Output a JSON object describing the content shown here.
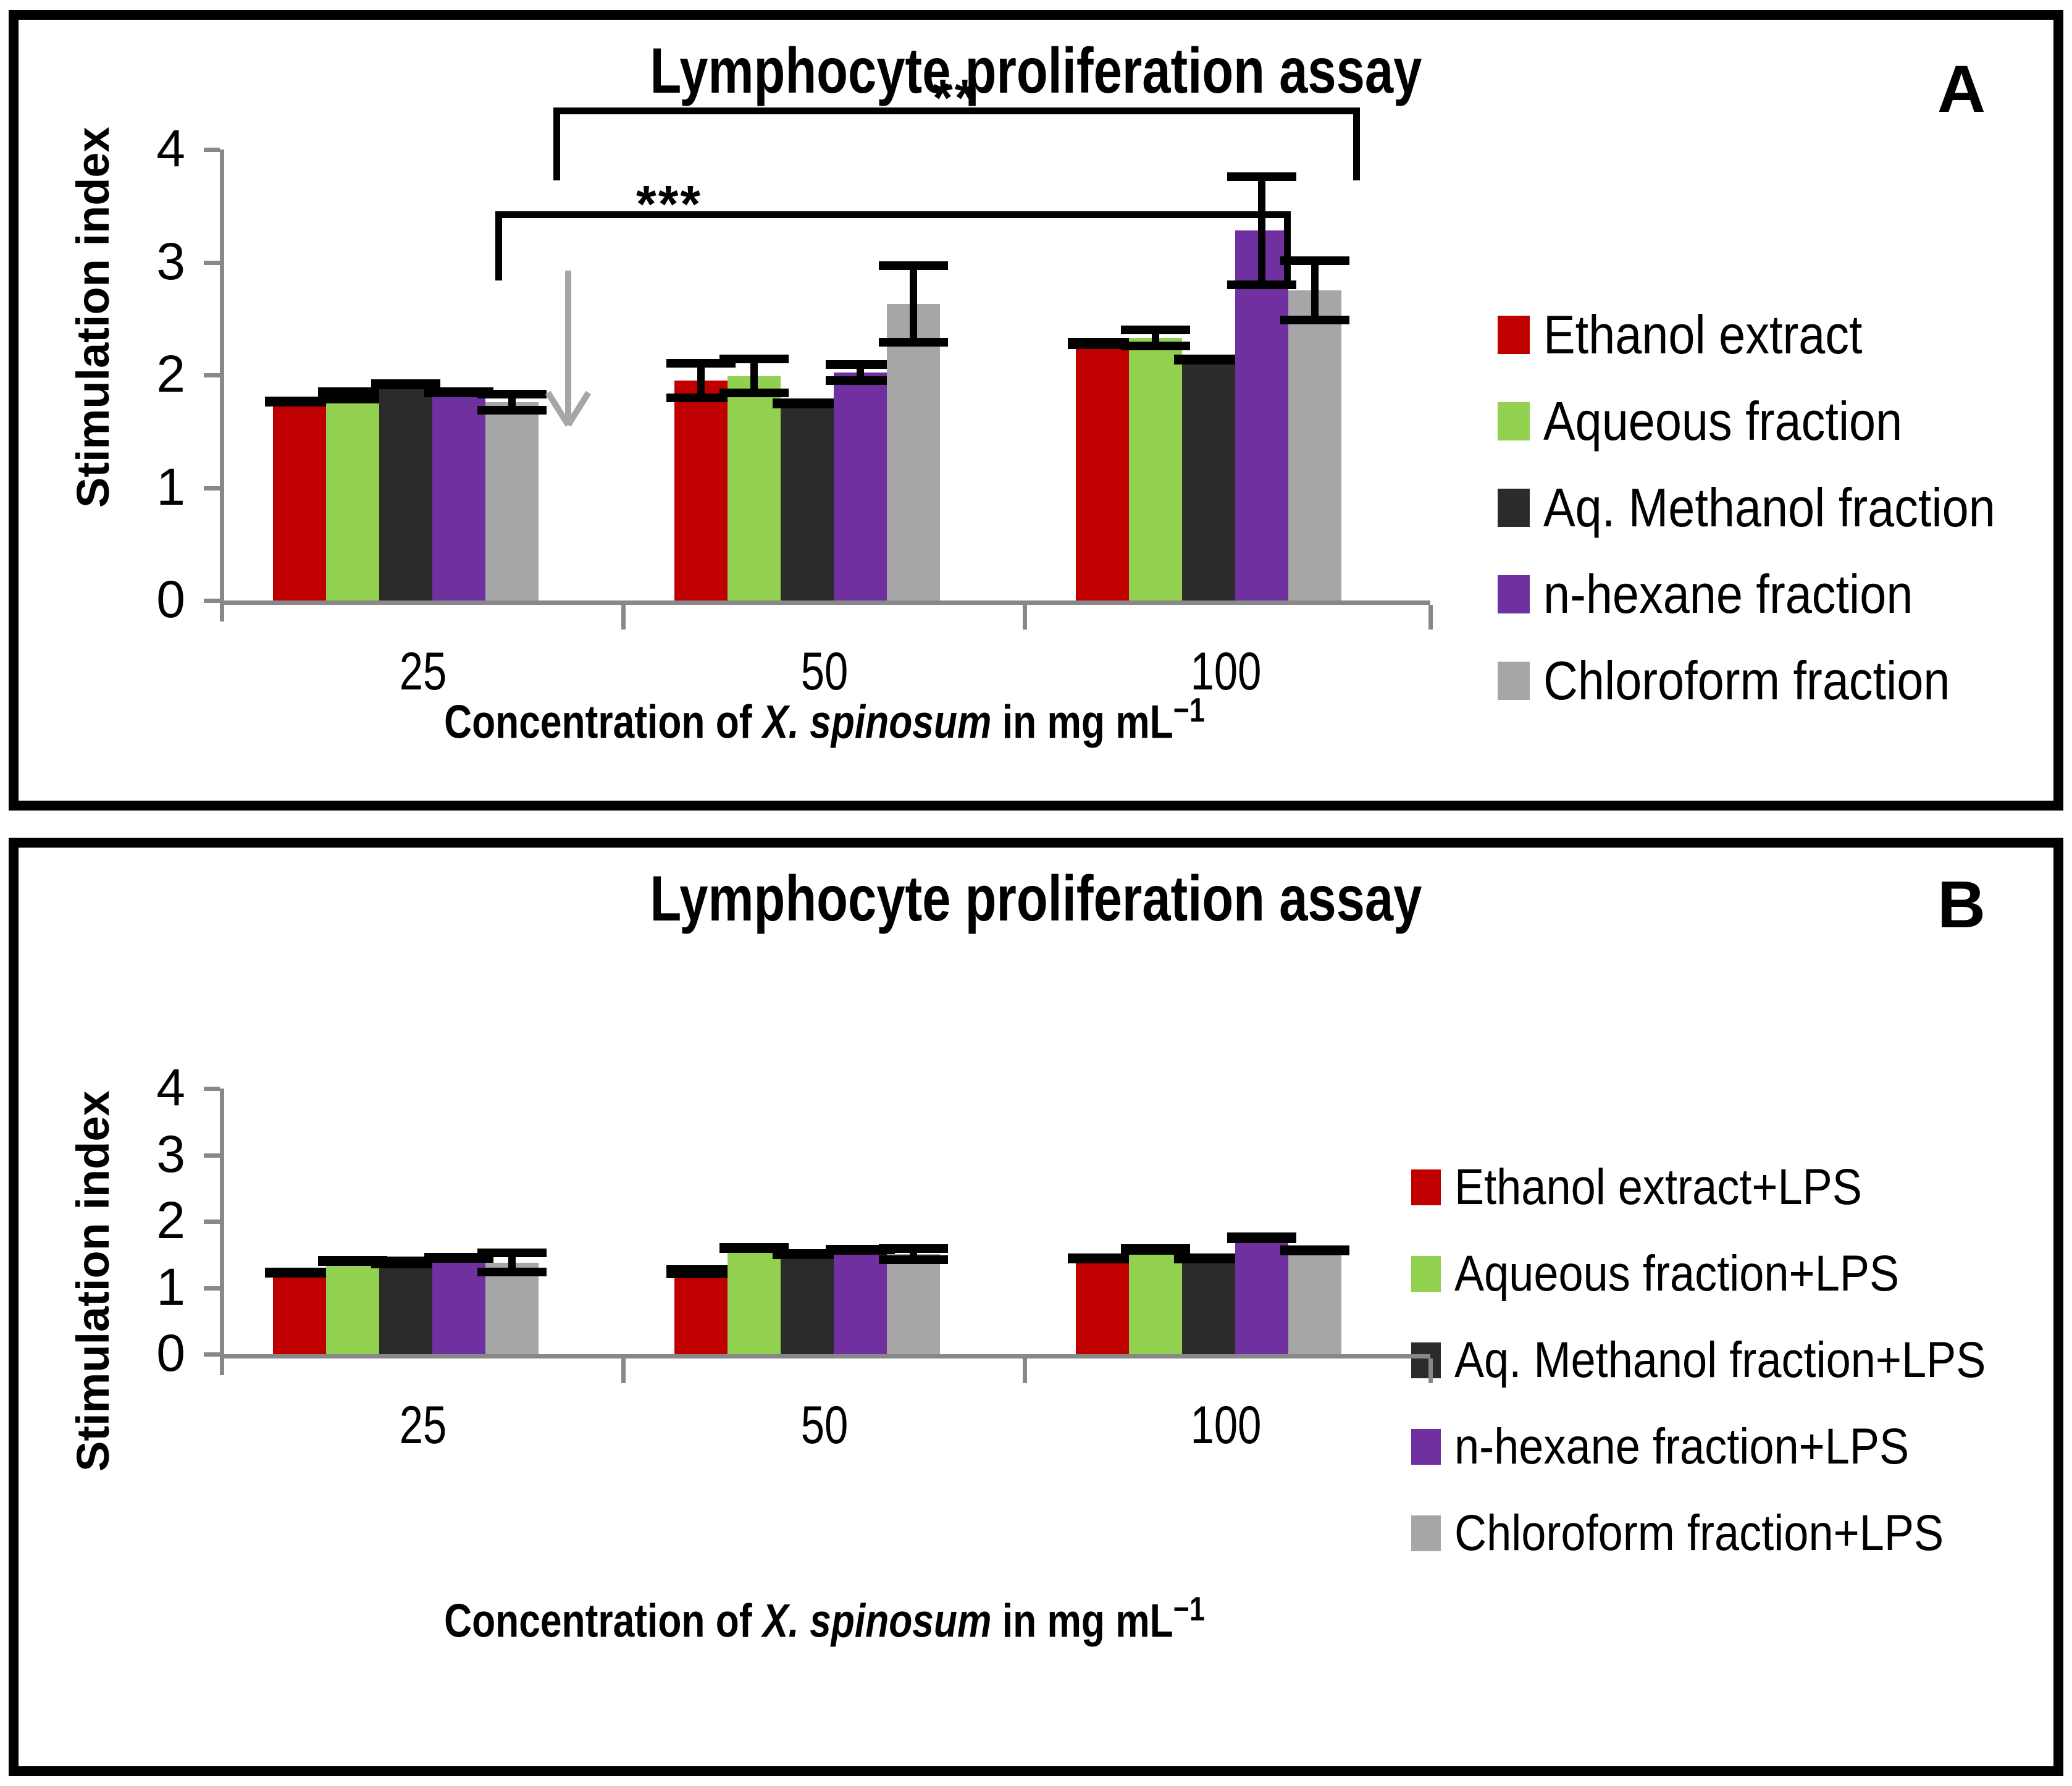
{
  "figure": {
    "panels": [
      {
        "letter": "A",
        "title": "Lymphocyte proliferation assay",
        "ylabel": "Stimulation index",
        "xlabel_prefix": "Concentration of ",
        "xlabel_italic": "X. spinosum",
        "xlabel_suffix": " in mg mL",
        "xlabel_sup": "−1"
      },
      {
        "letter": "B",
        "title": "Lymphocyte proliferation assay",
        "ylabel": "Stimulation index",
        "xlabel_prefix": "Concentration of ",
        "xlabel_italic": "X. spinosum",
        "xlabel_suffix": " in mg mL",
        "xlabel_sup": "−1"
      }
    ]
  },
  "colors": {
    "ethanol": "#C00000",
    "aqueous": "#92D050",
    "methanol": "#2B2B2B",
    "hexane": "#7030A0",
    "chloroform": "#A6A6A6",
    "axis": "#888888",
    "arrow": "#A6A6A6",
    "error": "#000000",
    "border": "#000000"
  },
  "chart_data": [
    {
      "type": "bar",
      "panel": "A",
      "title": "Lymphocyte proliferation assay",
      "xlabel": "Concentration of X. spinosum in mg mL−1",
      "ylabel": "Stimulation index",
      "categories": [
        "25",
        "50",
        "100"
      ],
      "yticks": [
        0,
        1,
        2,
        3,
        4
      ],
      "ylim": [
        0,
        4
      ],
      "grid": false,
      "legend_position": "right",
      "series": [
        {
          "name": "Ethanol extract",
          "color": "#C00000",
          "values": [
            1.77,
            1.95,
            2.28
          ],
          "errors": [
            0.04,
            0.19,
            0.05
          ]
        },
        {
          "name": "Aqueous fraction",
          "color": "#92D050",
          "values": [
            1.82,
            1.99,
            2.33
          ],
          "errors": [
            0.07,
            0.19,
            0.11
          ]
        },
        {
          "name": "Aq. Methanol fraction",
          "color": "#2B2B2B",
          "values": [
            1.93,
            1.76,
            2.15
          ],
          "errors": [
            0.03,
            0.03,
            0.03
          ]
        },
        {
          "name": "n-hexane fraction",
          "color": "#7030A0",
          "values": [
            1.86,
            2.02,
            3.28
          ],
          "errors": [
            0.03,
            0.11,
            0.52
          ]
        },
        {
          "name": "Chloroform fraction",
          "color": "#A6A6A6",
          "values": [
            1.76,
            2.63,
            2.75
          ],
          "errors": [
            0.11,
            0.38,
            0.3
          ]
        }
      ],
      "annotations": [
        {
          "label": "***",
          "from": "25",
          "to": "100",
          "note": "bracket over 25 to 100 groups"
        },
        {
          "label": "**",
          "from": "25",
          "to": "100",
          "note": "upper bracket over 25 to 100 groups"
        },
        {
          "label": "arrow",
          "note": "grey downward arrow between 25 and 50 groups"
        }
      ]
    },
    {
      "type": "bar",
      "panel": "B",
      "title": "Lymphocyte proliferation assay",
      "xlabel": "Concentration of X. spinosum in mg mL−1",
      "ylabel": "Stimulation index",
      "categories": [
        "25",
        "50",
        "100"
      ],
      "yticks": [
        0,
        1,
        2,
        3,
        4
      ],
      "ylim": [
        0,
        4
      ],
      "grid": false,
      "legend_position": "right",
      "series": [
        {
          "name": "Ethanol extract+LPS",
          "color": "#C00000",
          "values": [
            1.27,
            1.24,
            1.48
          ],
          "errors": [
            0.03,
            0.1,
            0.04
          ]
        },
        {
          "name": "Aqueous fraction+LPS",
          "color": "#92D050",
          "values": [
            1.44,
            1.65,
            1.58
          ],
          "errors": [
            0.04,
            0.02,
            0.08
          ]
        },
        {
          "name": "Aq. Methanol fraction+LPS",
          "color": "#2B2B2B",
          "values": [
            1.38,
            1.53,
            1.5
          ],
          "errors": [
            0.09,
            0.05,
            0.02
          ]
        },
        {
          "name": "n-hexane fraction+LPS",
          "color": "#7030A0",
          "values": [
            1.51,
            1.58,
            1.75
          ],
          "errors": [
            0.02,
            0.07,
            0.08
          ]
        },
        {
          "name": "Chloroform fraction+LPS",
          "color": "#A6A6A6",
          "values": [
            1.38,
            1.51,
            1.58
          ],
          "errors": [
            0.21,
            0.15,
            0.06
          ]
        }
      ],
      "annotations": []
    }
  ],
  "legends": {
    "a": [
      {
        "label": "Ethanol extract",
        "color": "#C00000"
      },
      {
        "label": "Aqueous fraction",
        "color": "#92D050"
      },
      {
        "label": "Aq. Methanol fraction",
        "color": "#2B2B2B"
      },
      {
        "label": "n-hexane fraction",
        "color": "#7030A0"
      },
      {
        "label": "Chloroform fraction",
        "color": "#A6A6A6"
      }
    ],
    "b": [
      {
        "label": "Ethanol extract+LPS",
        "color": "#C00000"
      },
      {
        "label": "Aqueous fraction+LPS",
        "color": "#92D050"
      },
      {
        "label": "Aq. Methanol fraction+LPS",
        "color": "#2B2B2B"
      },
      {
        "label": "n-hexane fraction+LPS",
        "color": "#7030A0"
      },
      {
        "label": "Chloroform fraction+LPS",
        "color": "#A6A6A6"
      }
    ]
  },
  "significance": {
    "upper_label": "**",
    "lower_label": "***"
  }
}
